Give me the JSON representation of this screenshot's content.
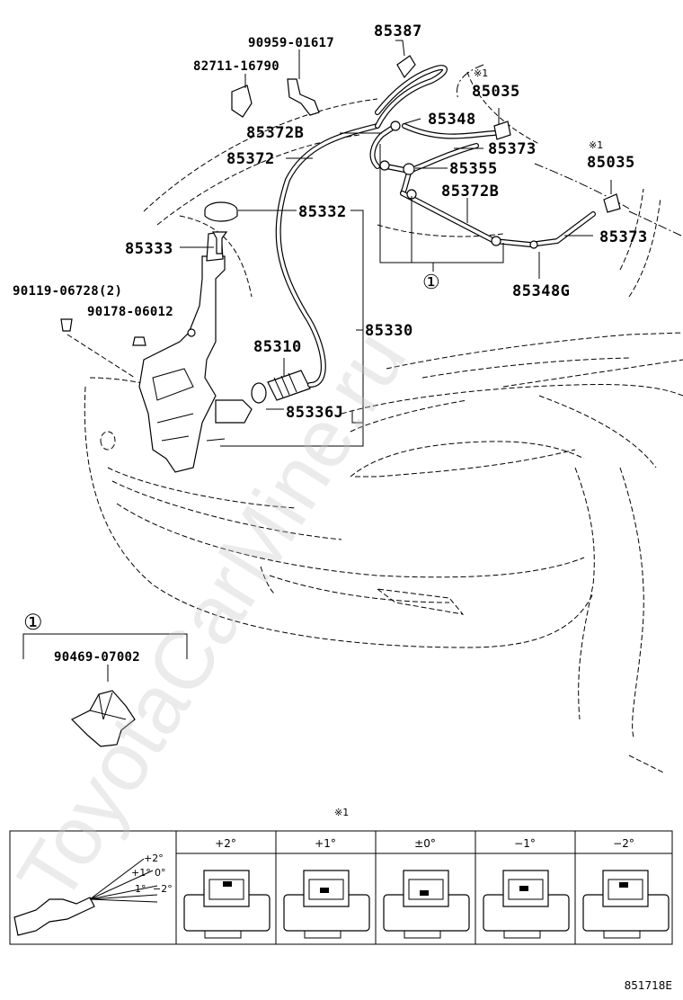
{
  "labels": {
    "p85387": "85387",
    "p90959": "90959-01617",
    "p82711": "82711-16790",
    "note1_a": "※1",
    "p85035_a": "85035",
    "p85348": "85348",
    "p85372B_a": "85372B",
    "p85373_a": "85373",
    "p85372": "85372",
    "p85355": "85355",
    "note1_b": "※1",
    "p85035_b": "85035",
    "p85372B_b": "85372B",
    "p85332": "85332",
    "p85373_b": "85373",
    "p85333": "85333",
    "p85348G": "85348G",
    "circle1_a": "①",
    "p90119": "90119-06728(2)",
    "p90178": "90178-06012",
    "p85330": "85330",
    "p85310": "85310",
    "p85336J": "85336J",
    "circle1_b": "①",
    "p90469": "90469-07002"
  },
  "table": {
    "note": "※1",
    "headers": [
      "+2°",
      "+1°",
      "±0°",
      "−1°",
      "−2°"
    ],
    "angle_labels": [
      "+2°",
      "+1°",
      "0°",
      "1°",
      "−2°"
    ]
  },
  "watermark": "ToyotaCarMine.ru",
  "diagram_id": "851718E"
}
